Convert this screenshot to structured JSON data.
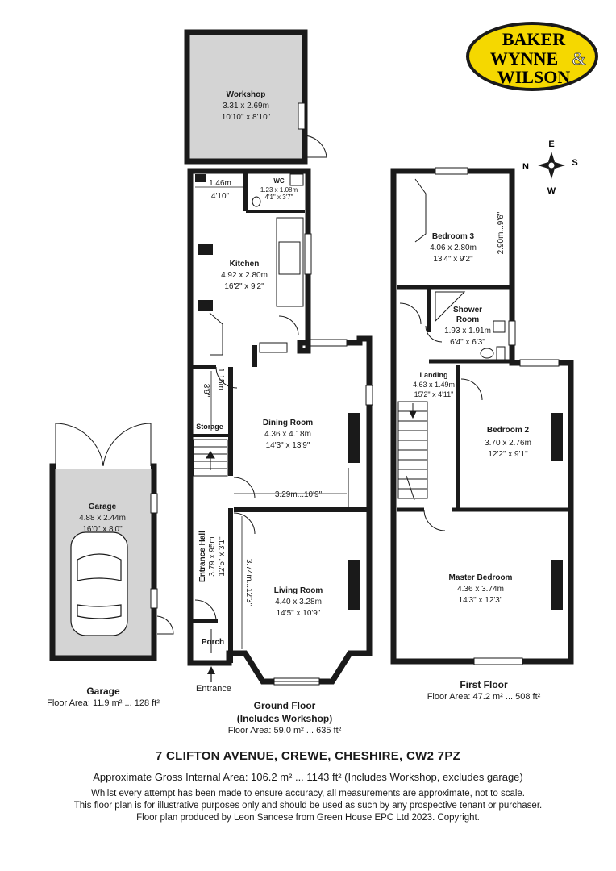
{
  "logo": {
    "line1": "BAKER",
    "line2": "WYNNE",
    "amp": "&",
    "line3": "WILSON"
  },
  "compass": {
    "n": "N",
    "e": "E",
    "s": "S",
    "w": "W"
  },
  "rooms": {
    "workshop": {
      "name": "Workshop",
      "dim_m": "3.31 x 2.69m",
      "dim_ft": "10'10\" x 8'10\""
    },
    "wc": {
      "name": "WC",
      "dim_m": "1.23 x 1.08m",
      "dim_ft": "4'1\" x 3'7\""
    },
    "kitchen": {
      "name": "Kitchen",
      "dim_m": "4.92 x 2.80m",
      "dim_ft": "16'2\" x 9'2\"",
      "extra_m": "1.46m",
      "extra_ft": "4'10\""
    },
    "dining": {
      "name": "Dining Room",
      "dim_m": "4.36 x 4.18m",
      "dim_ft": "14'3\" x 13'9\"",
      "width": "3.29m...10'9\""
    },
    "storage": {
      "name": "Storage",
      "dim_m": "1.15m",
      "dim_ft": "3'9\""
    },
    "hall": {
      "name": "Entrance Hall",
      "dim": "3.79 x 95m",
      "dim_ft": "12'5\" x 3'1\""
    },
    "living": {
      "name": "Living Room",
      "dim_m": "4.40 x 3.28m",
      "dim_ft": "14'5\" x 10'9\"",
      "depth": "3.74m...12'3\""
    },
    "porch": {
      "name": "Porch"
    },
    "entrance": {
      "name": "Entrance"
    },
    "garage": {
      "name": "Garage",
      "dim_m": "4.88 x 2.44m",
      "dim_ft": "16'0\" x 8'0\""
    },
    "bed3": {
      "name": "Bedroom 3",
      "dim_m": "4.06 x 2.80m",
      "dim_ft": "13'4\" x 9'2\"",
      "depth": "2.90m...9'6\""
    },
    "shower": {
      "name1": "Shower",
      "name2": "Room",
      "dim_m": "1.93 x 1.91m",
      "dim_ft": "6'4\" x 6'3\""
    },
    "landing": {
      "name": "Landing",
      "dim_m": "4.63 x 1.49m",
      "dim_ft": "15'2\" x 4'11\""
    },
    "bed2": {
      "name": "Bedroom 2",
      "dim_m": "3.70 x 2.76m",
      "dim_ft": "12'2\" x 9'1\""
    },
    "master": {
      "name": "Master Bedroom",
      "dim_m": "4.36 x 3.74m",
      "dim_ft": "14'3\" x 12'3\""
    }
  },
  "floors": {
    "garage": {
      "title": "Garage",
      "area": "Floor Area: 11.9 m² ... 128 ft²"
    },
    "ground": {
      "title1": "Ground Floor",
      "title2": "(Includes Workshop)",
      "area": "Floor Area: 59.0 m² ... 635 ft²"
    },
    "first": {
      "title": "First Floor",
      "area": "Floor Area: 47.2 m² ... 508 ft²"
    }
  },
  "address": "7 CLIFTON AVENUE, CREWE, CHESHIRE, CW2 7PZ",
  "gross_area": "Approximate Gross Internal Area: 106.2 m² ... 1143 ft² (Includes Workshop, excludes garage)",
  "disclaimer": {
    "line1": "Whilst every attempt has been made to ensure accuracy, all measurements are approximate, not to scale.",
    "line2": "This floor plan is for illustrative purposes only and should be used as such by any prospective tenant or purchaser.",
    "line3": "Floor plan produced by Leon Sancese from Green House EPC Ltd 2023. Copyright."
  },
  "colors": {
    "wall": "#1a1a1a",
    "outbuilding_fill": "#d4d4d4",
    "logo_fill": "#f5d800"
  }
}
